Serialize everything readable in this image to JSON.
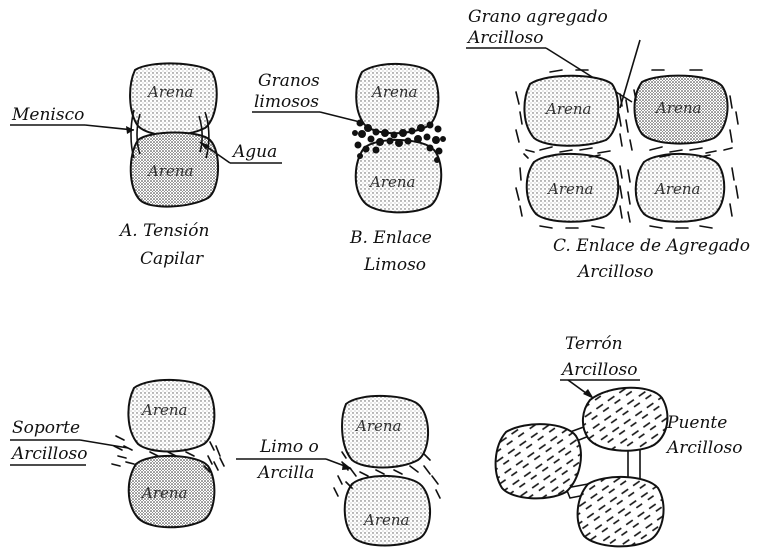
{
  "labels": {
    "arena": "Arena",
    "menisco": "Menisco",
    "agua": "Agua",
    "granos_limosos_1": "Granos",
    "granos_limosos_2": "limosos",
    "grano_agregado_1": "Grano agregado",
    "grano_agregado_2": "Arcilloso",
    "caption_a_1": "A.  Tensión",
    "caption_a_2": "Capilar",
    "caption_b_1": "B.  Enlace",
    "caption_b_2": "Limoso",
    "caption_c_1": "C.  Enlace de Agregado",
    "caption_c_2": "Arcilloso",
    "soporte_1": "Soporte",
    "soporte_2": "Arcilloso",
    "limo_1": "Limo o",
    "limo_2": "Arcilla",
    "terron_1": "Terrón",
    "terron_2": "Arcilloso",
    "puente_1": "Puente",
    "puente_2": "Arcilloso"
  }
}
